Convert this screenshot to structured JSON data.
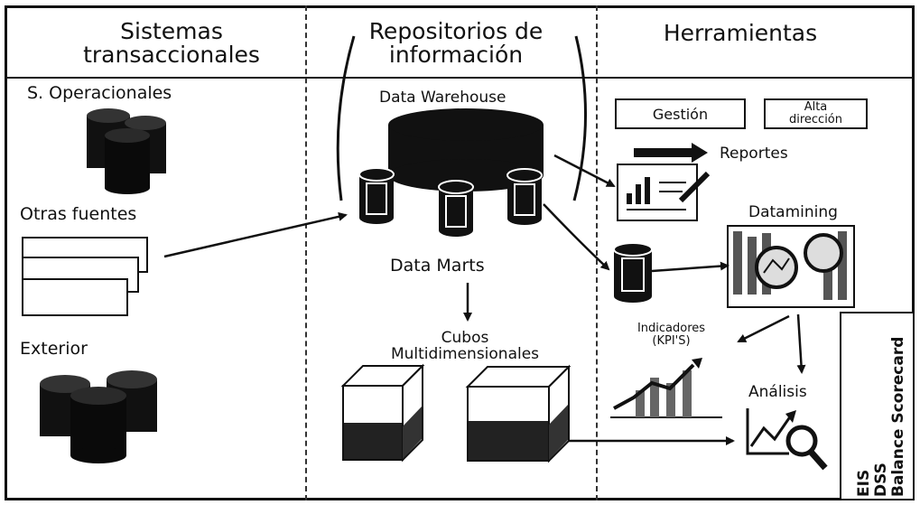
{
  "headers": {
    "col1": "Sistemas\ntransaccionales",
    "col2": "Repositorios de\ninformación",
    "col3": "Herramientas"
  },
  "sources": {
    "operational": "S. Operacionales",
    "other": "Otras fuentes",
    "external": "Exterior"
  },
  "repository": {
    "warehouse": "Data Warehouse",
    "marts": "Data Marts",
    "cubes": "Cubos\nMultidimensionales"
  },
  "tools": {
    "management": "Gestión",
    "top_management": "Alta\ndirección",
    "reports": "Reportes",
    "datamining": "Datamining",
    "indicators": "Indicadores\n(KPI'S)",
    "analysis": "Análisis",
    "side_labels": [
      "EIS",
      "DSS",
      "Balance Scorecard"
    ]
  }
}
